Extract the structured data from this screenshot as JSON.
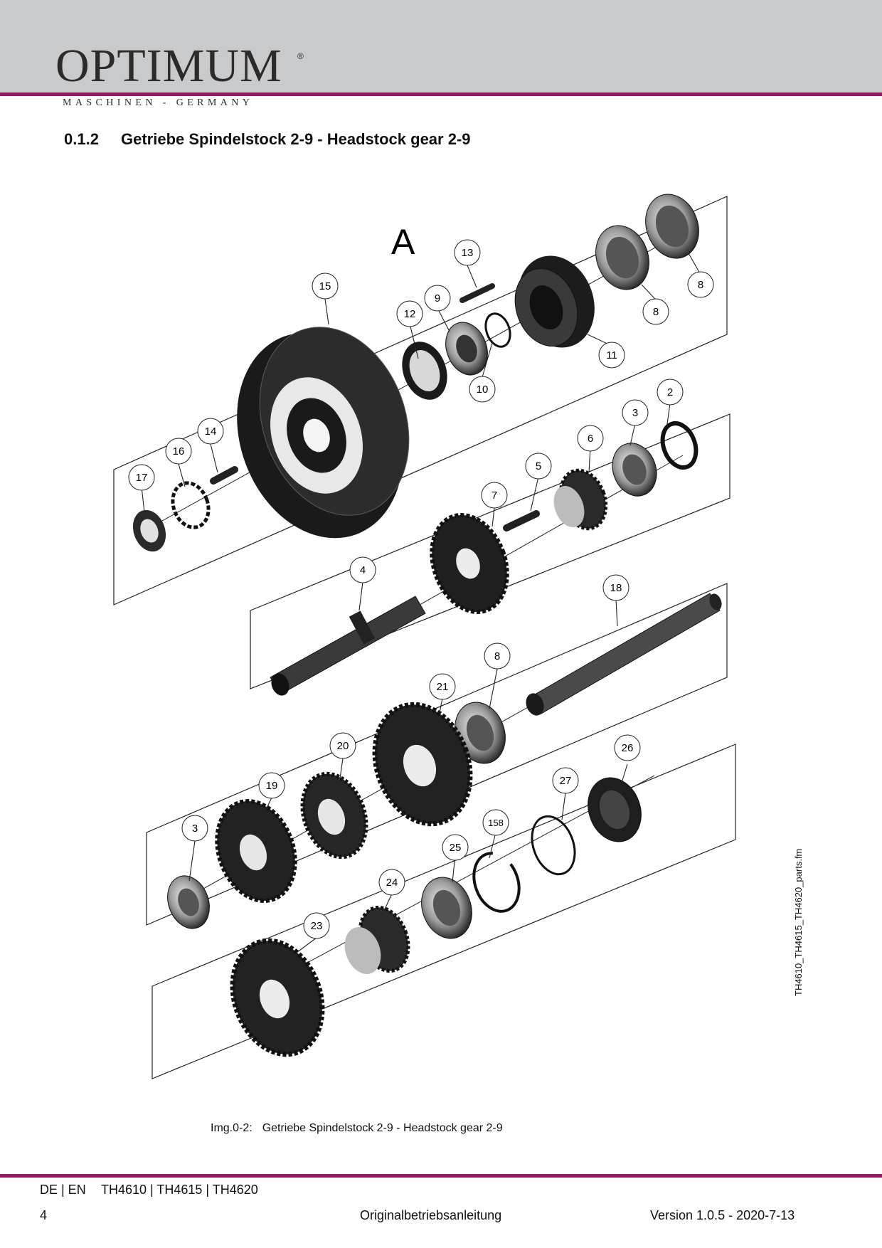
{
  "header": {
    "brand": "OPTIMUM",
    "registered": "®",
    "tagline": "MASCHINEN - GERMANY"
  },
  "section": {
    "number": "0.1.2",
    "title": "Getriebe Spindelstock 2-9 - Headstock gear 2-9"
  },
  "diagram": {
    "group_label": "A",
    "callouts": [
      "13",
      "15",
      "9",
      "12",
      "8",
      "8",
      "11",
      "10",
      "2",
      "3",
      "6",
      "14",
      "16",
      "17",
      "5",
      "7",
      "4",
      "18",
      "8",
      "21",
      "20",
      "26",
      "19",
      "27",
      "3",
      "158",
      "25",
      "24",
      "23"
    ]
  },
  "caption": {
    "label": "Img.0-2:",
    "text": "Getriebe Spindelstock 2-9 - Headstock gear 2-9"
  },
  "side_file": "TH4610_TH4615_TH4620_parts.fm",
  "footer": {
    "languages": "DE | EN",
    "models": "TH4610 | TH4615 | TH4620",
    "page": "4",
    "doc": "Originalbetriebsanleitung",
    "version": "Version 1.0.5 - 2020-7-13"
  }
}
